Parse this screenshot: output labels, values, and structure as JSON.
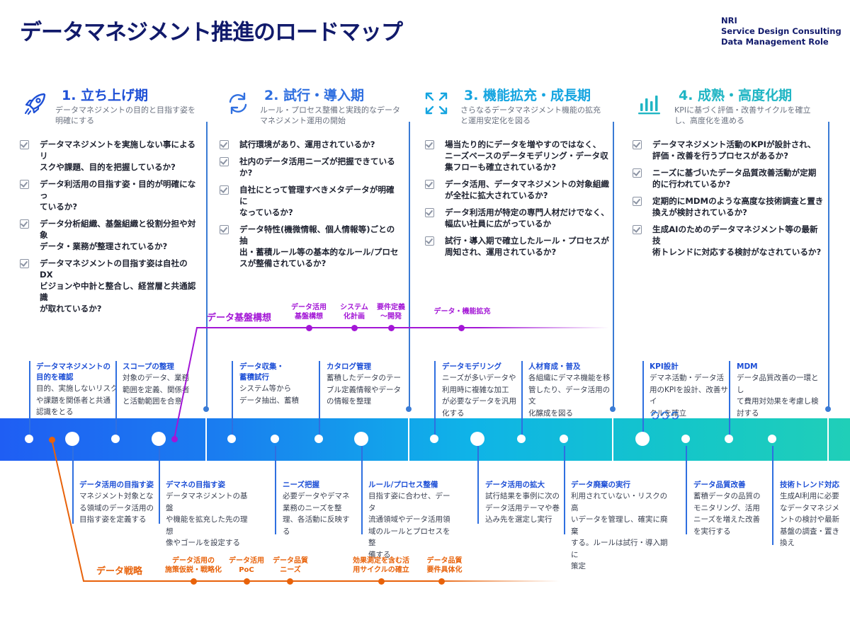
{
  "title": "データマネジメント推進のロードマップ",
  "brand": [
    "NRI",
    "Service Design Consulting",
    "Data Management Role"
  ],
  "colors": {
    "navy": "#111a6b",
    "blue": "#1d4fd6",
    "purple": "#a316d6",
    "orange": "#e8620a",
    "teal": "#1fb5c4"
  },
  "phases": [
    {
      "icon": "rocket-icon",
      "name": "1. 立ち上げ期",
      "sub": [
        "データマネジメントの目的と目指す姿を",
        "明確にする"
      ],
      "checks": [
        [
          "データマネジメントを実施しない事によるリ",
          "スクや課題、目的を把握しているか?"
        ],
        [
          "データ利活用の目指す姿・目的が明確になっ",
          "ているか?"
        ],
        [
          "データ分析組織、基盤組織と役割分担や対象",
          "データ・業務が整理されているか?"
        ],
        [
          "データマネジメントの目指す姿は自社のDX",
          "ビジョンや中計と整合し、経営層と共通認識",
          "が取れているか?"
        ]
      ]
    },
    {
      "icon": "cycle-arrows-icon",
      "name": "2. 試行・導入期",
      "sub": [
        "ルール・プロセス整備と実践的なデータ",
        "マネジメント運用の開始"
      ],
      "checks": [
        [
          "試行環境があり、運用されているか?"
        ],
        [
          "社内のデータ活用ニーズが把握できている",
          "か?"
        ],
        [
          "自社にとって管理すべきメタデータが明確に",
          "なっているか?"
        ],
        [
          "データ特性(機微情報、個人情報等)ごとの抽",
          "出・蓄積ルール等の基本的なルール/プロセ",
          "スが整備されているか?"
        ]
      ]
    },
    {
      "icon": "expand-icon",
      "name": "3. 機能拡充・成長期",
      "sub": [
        "さらなるデータマネジメント機能の拡充",
        "と運用安定化を図る"
      ],
      "checks": [
        [
          "場当たり的にデータを増やすのではなく、",
          "ニーズベースのデータモデリング・データ収",
          "集フローも確立されているか?"
        ],
        [
          "データ活用、データマネジメントの対象組織",
          "が全社に拡大されているか?"
        ],
        [
          "データ利活用が特定の専門人材だけでなく、",
          "幅広い社員に広がっているか"
        ],
        [
          "試行・導入期で確立したルール・プロセスが",
          "周知され、運用されているか?"
        ]
      ]
    },
    {
      "icon": "bar-chart-icon",
      "name": "4. 成熟・高度化期",
      "sub": [
        "KPIに基づく評価・改善サイクルを確立",
        "し、高度化を進める"
      ],
      "checks": [
        [
          "データマネジメント活動のKPIが設計され、",
          "評価・改善を行うプロセスがあるか?"
        ],
        [
          "ニーズに基づいたデータ品質改善活動が定期",
          "的に行われているか?"
        ],
        [
          "定期的にMDMのような高度な技術調査と置き",
          "換えが検討されているか?"
        ],
        [
          "生成AIのためのデータマネジメント等の最新技",
          "術トレンドに対応する検討がなされているか?"
        ]
      ]
    }
  ],
  "kiban": {
    "label": "データ基盤構想",
    "milestones": [
      [
        "データ活用",
        "基盤構想"
      ],
      [
        "システム",
        "化計画"
      ],
      [
        "要件定義",
        "〜開発"
      ],
      [
        "データ・機能拡充"
      ]
    ]
  },
  "senryaku": {
    "label": "データ戦略",
    "milestones": [
      [
        "データ活用の",
        "施策仮説・戦略化"
      ],
      [
        "データ活用",
        "PoC"
      ],
      [
        "データ品質",
        "ニーズ"
      ],
      [
        "効果測定を含む活",
        "用サイクルの確立"
      ],
      [
        "データ品質",
        "要件具体化"
      ]
    ]
  },
  "upper_notes": [
    {
      "title": [
        "データマネジメントの",
        "目的を確認"
      ],
      "body": [
        "目的、実施しないリスク",
        "や課題を関係者と共通",
        "認識をとる"
      ]
    },
    {
      "title": [
        "スコープの整理"
      ],
      "body": [
        "対象のデータ、業務",
        "範囲を定義、関係者",
        "と活動範囲を合意"
      ]
    },
    {
      "title": [
        "データ収集・",
        "蓄積試行"
      ],
      "body": [
        "システム等から",
        "データ抽出、蓄積"
      ]
    },
    {
      "title": [
        "カタログ管理"
      ],
      "body": [
        "蓄積したデータのテー",
        "ブル定義情報やデータ",
        "の情報を整理"
      ]
    },
    {
      "title": [
        "データモデリング"
      ],
      "body": [
        "ニーズが多いデータや",
        "利用時に複雑な加工",
        "が必要なデータを汎用",
        "化する"
      ]
    },
    {
      "title": [
        "人材育成・普及"
      ],
      "body": [
        "各組織にデマネ機能を移",
        "管したり、データ活用の文",
        "化醸成を図る"
      ]
    },
    {
      "title": [
        "KPI設計"
      ],
      "body": [
        "デマネ活動・データ活",
        "用のKPIを設計、改善サイ",
        "クルを確立"
      ]
    },
    {
      "title": [
        "MDM"
      ],
      "body": [
        "データ品質改善の一環とし",
        "て費用対効果を考慮し検",
        "討する"
      ]
    }
  ],
  "lower_notes": [
    {
      "title": [
        "データ活用の目指す姿"
      ],
      "body": [
        "マネジメント対象とな",
        "る領域のデータ活用の",
        "目指す姿を定義する"
      ]
    },
    {
      "title": [
        "デマネの目指す姿"
      ],
      "body": [
        "データマネジメントの基盤",
        "や機能を拡充した先の理想",
        "像やゴールを設定する"
      ]
    },
    {
      "title": [
        "ニーズ把握"
      ],
      "body": [
        "必要データやデマネ",
        "業務のニーズを整",
        "理、各活動に反映す",
        "る"
      ]
    },
    {
      "title": [
        "ルール/プロセス整備"
      ],
      "body": [
        "目指す姿に合わせ、データ",
        "流通領域やデータ活用領",
        "域のルールとプロセスを整",
        "備する"
      ]
    },
    {
      "title": [
        "データ活用の拡大"
      ],
      "body": [
        "試行結果を事例に次の",
        "データ活用テーマや巻",
        "込み先を選定し実行"
      ]
    },
    {
      "title": [
        "データ廃棄の実行"
      ],
      "body": [
        "利用されていない・リスクの高",
        "いデータを管理し、確実に廃棄",
        "する。ルールは試行・導入期に",
        "策定"
      ]
    },
    {
      "title": [
        "データ品質改善"
      ],
      "body": [
        "蓄積データの品質の",
        "モニタリング、活用",
        "ニーズを増えた改善",
        "を実行する"
      ]
    },
    {
      "title": [
        "技術トレンド対応"
      ],
      "body": [
        "生成AI利用に必要",
        "なデータマネジメ",
        "ントの検討や最新",
        "基盤の調査・置き",
        "換え"
      ]
    }
  ]
}
